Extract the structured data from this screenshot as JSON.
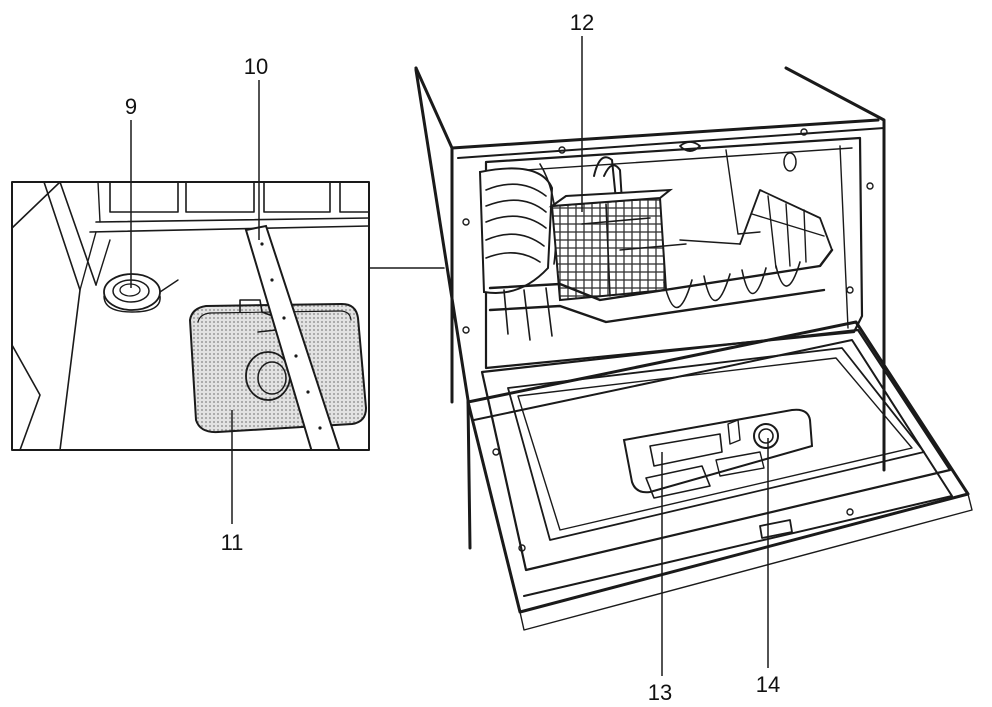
{
  "callouts": {
    "c9": "9",
    "c10": "10",
    "c11": "11",
    "c12": "12",
    "c13": "13",
    "c14": "14"
  },
  "colors": {
    "line": "#1a1a1a",
    "mesh": "#c9c9c9",
    "background": "#ffffff"
  }
}
